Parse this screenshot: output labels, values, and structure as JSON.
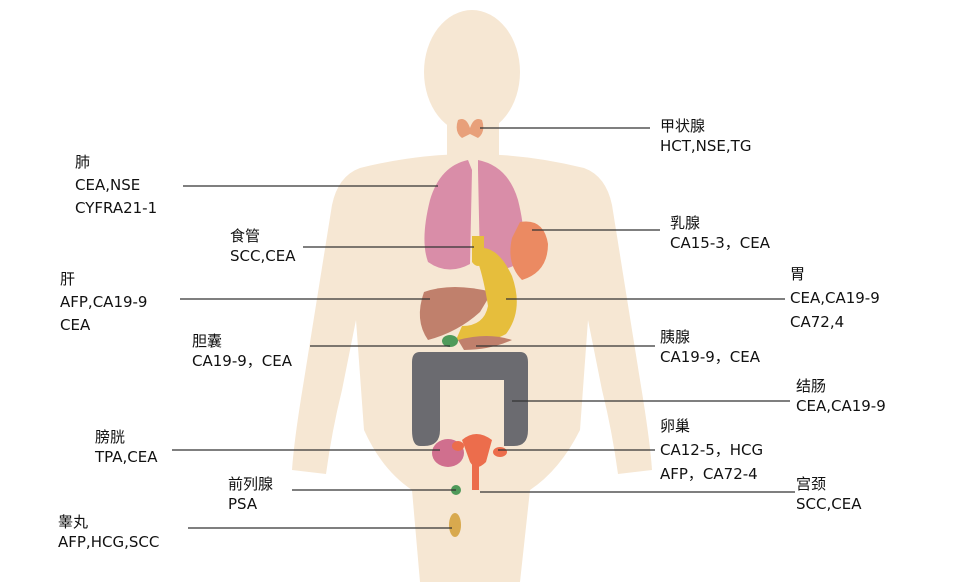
{
  "colors": {
    "skin": "#f6e7d3",
    "lung": "#d98da8",
    "liver": "#c0806c",
    "stomach": "#e6be3c",
    "breast": "#eb8a62",
    "colon": "#6b6b70",
    "thyroid": "#e8a07a",
    "bladder": "#d06f8e",
    "uterus": "#ec6d4c",
    "gland": "#4f9a5a",
    "testis": "#d8a94e",
    "line": "#333333"
  },
  "organs": [
    {
      "id": "thyroid",
      "name": "甲状腺",
      "markers": [
        "HCT,NSE,TG"
      ]
    },
    {
      "id": "lung",
      "name": "肺",
      "markers": [
        "CEA,NSE",
        "CYFRA21-1"
      ]
    },
    {
      "id": "esophagus",
      "name": "食管",
      "markers": [
        "SCC,CEA"
      ]
    },
    {
      "id": "breast",
      "name": "乳腺",
      "markers": [
        "CA15-3，CEA"
      ]
    },
    {
      "id": "liver",
      "name": "肝",
      "markers": [
        "AFP,CA19-9",
        "CEA"
      ]
    },
    {
      "id": "stomach",
      "name": "胃",
      "markers": [
        "CEA,CA19-9",
        "CA72,4"
      ]
    },
    {
      "id": "gallbladder",
      "name": "胆囊",
      "markers": [
        "CA19-9，CEA"
      ]
    },
    {
      "id": "pancreas",
      "name": "胰腺",
      "markers": [
        "CA19-9，CEA"
      ]
    },
    {
      "id": "colon",
      "name": "结肠",
      "markers": [
        "CEA,CA19-9"
      ]
    },
    {
      "id": "bladder",
      "name": "膀胱",
      "markers": [
        "TPA,CEA"
      ]
    },
    {
      "id": "ovary",
      "name": "卵巢",
      "markers": [
        "CA12-5，HCG",
        "AFP，CA72-4"
      ]
    },
    {
      "id": "prostate",
      "name": "前列腺",
      "markers": [
        "PSA"
      ]
    },
    {
      "id": "cervix",
      "name": "宫颈",
      "markers": [
        "SCC,CEA"
      ]
    },
    {
      "id": "testis",
      "name": "睾丸",
      "markers": [
        "AFP,HCG,SCC"
      ]
    }
  ]
}
